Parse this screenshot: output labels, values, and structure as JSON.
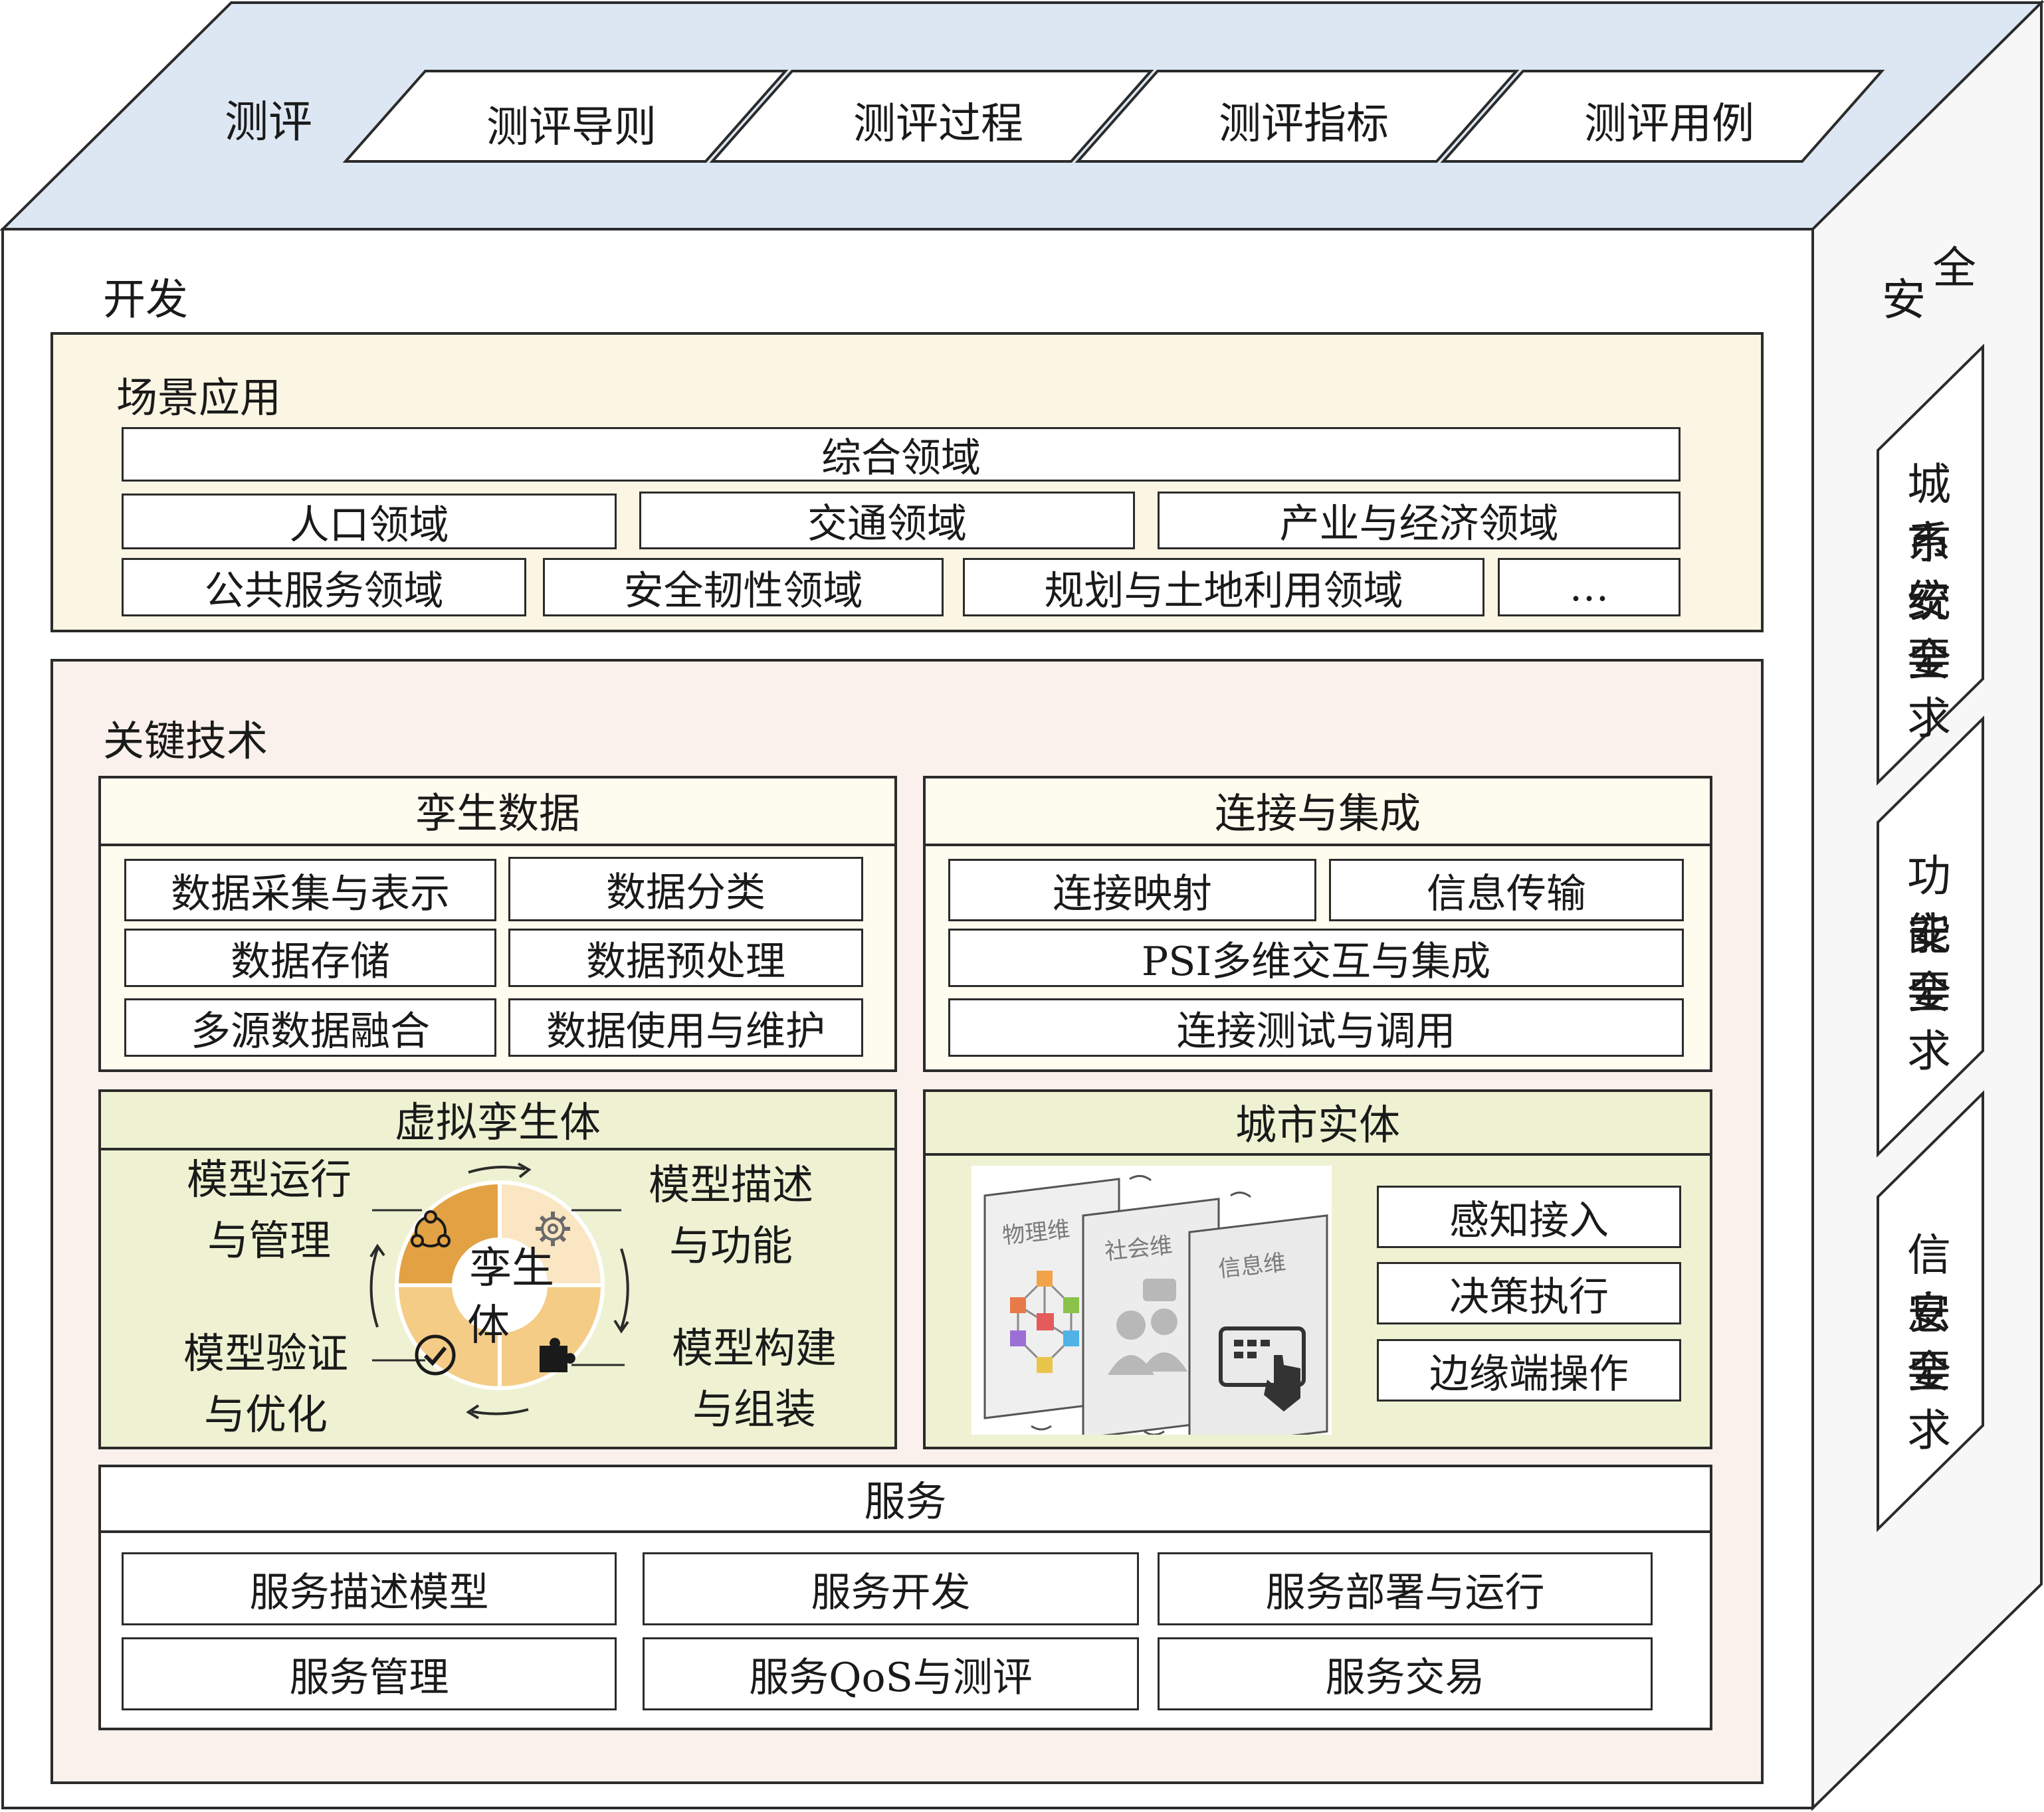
{
  "evaluation": {
    "label": "测评",
    "tabs": [
      "测评导则",
      "测评过程",
      "测评指标",
      "测评用例"
    ]
  },
  "development": {
    "label": "开发"
  },
  "scenarios": {
    "label": "场景应用",
    "row1": [
      "综合领域"
    ],
    "row2": [
      "人口领域",
      "交通领域",
      "产业与经济领域"
    ],
    "row3": [
      "公共服务领域",
      "安全韧性领域",
      "规划与土地利用领域",
      "…"
    ]
  },
  "key_tech": {
    "label": "关键技术"
  },
  "twin_data": {
    "title": "孪生数据",
    "items": [
      "数据采集与表示",
      "数据分类",
      "数据存储",
      "数据预处理",
      "多源数据融合",
      "数据使用与维护"
    ]
  },
  "connection": {
    "title": "连接与集成",
    "items": [
      "连接映射",
      "信息传输",
      "PSI多维交互与集成",
      "连接测试与调用"
    ]
  },
  "virtual_twin": {
    "title": "虚拟孪生体",
    "center": [
      "孪生",
      "体"
    ],
    "labels": {
      "top_left": [
        "模型运行",
        "与管理"
      ],
      "top_right": [
        "模型描述",
        "与功能"
      ],
      "bottom_left": [
        "模型验证",
        "与优化"
      ],
      "bottom_right": [
        "模型构建",
        "与组装"
      ]
    },
    "colors": {
      "dark": "#E2A243",
      "medium": "#F4CC86",
      "light": "#FBE6C3"
    }
  },
  "city_entity": {
    "title": "城市实体",
    "cards": [
      "物理维",
      "社会维",
      "信息维"
    ],
    "items": [
      "感知接入",
      "决策执行",
      "边缘端操作"
    ]
  },
  "service": {
    "title": "服务",
    "items": [
      "服务描述模型",
      "服务开发",
      "服务部署与运行",
      "服务管理",
      "服务QoS与测评",
      "服务交易"
    ]
  },
  "security": {
    "label": [
      "安",
      "全"
    ],
    "items": [
      [
        "城市",
        "系统",
        "安全",
        "要求"
      ],
      [
        "功能",
        "安全",
        "要求"
      ],
      [
        "信息",
        "安全",
        "要求"
      ]
    ]
  },
  "colors": {
    "top_face": "#DCE7F3",
    "scenario_bg": "#FBF5E3",
    "keytech_bg": "#FBF1EC",
    "panel_cream": "#FEFCEE",
    "panel_green": "#EEF2D2",
    "outline": "#2b2b2b"
  }
}
